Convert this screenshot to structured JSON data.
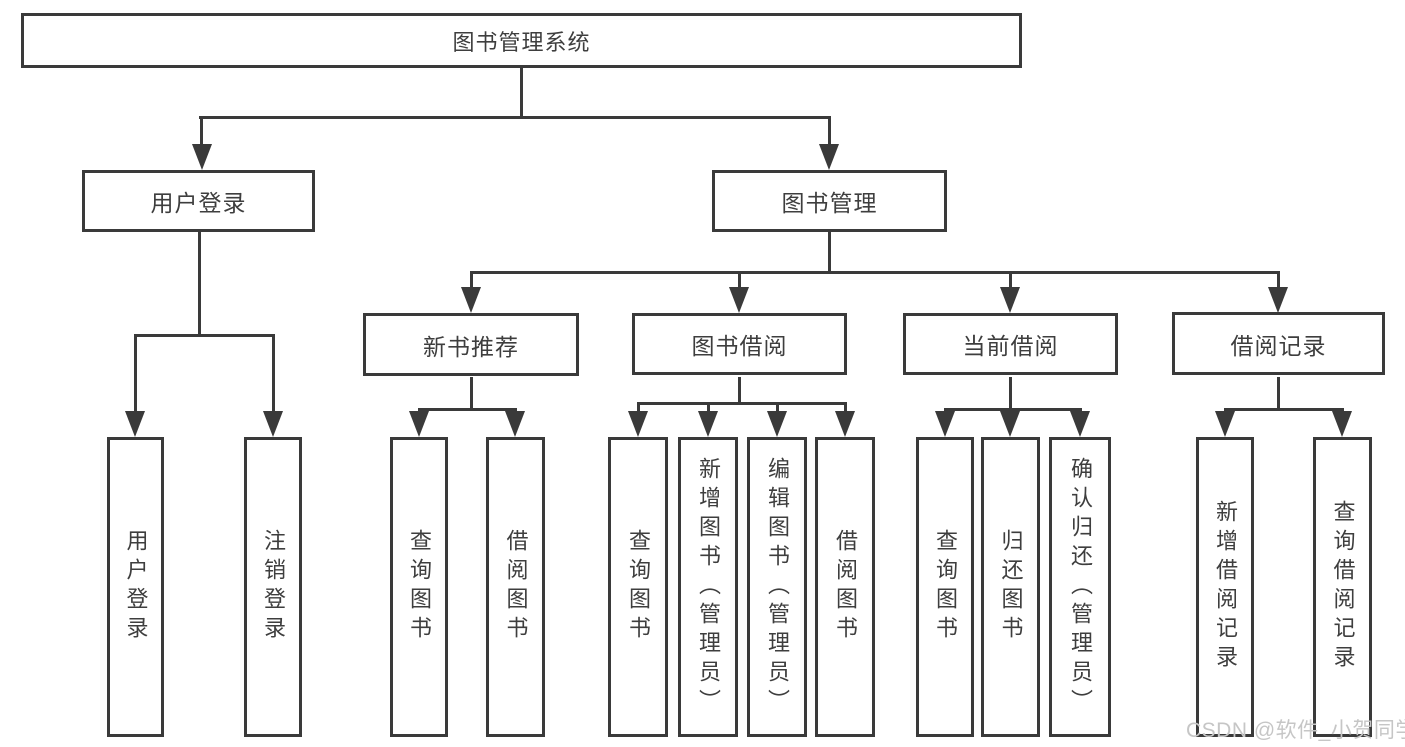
{
  "diagram": {
    "root_label": "图书管理系统",
    "level1": [
      {
        "label": "用户登录",
        "children": [
          {
            "label": "用户登录"
          },
          {
            "label": "注销登录"
          }
        ]
      },
      {
        "label": "图书管理",
        "children": [
          {
            "label": "新书推荐",
            "children": [
              {
                "label": "查询图书"
              },
              {
                "label": "借阅图书"
              }
            ]
          },
          {
            "label": "图书借阅",
            "children": [
              {
                "label": "查询图书"
              },
              {
                "label": "新增图书（管理员）"
              },
              {
                "label": "编辑图书（管理员）"
              },
              {
                "label": "借阅图书"
              }
            ]
          },
          {
            "label": "当前借阅",
            "children": [
              {
                "label": "查询图书"
              },
              {
                "label": "归还图书"
              },
              {
                "label": "确认归还（管理员）"
              }
            ]
          },
          {
            "label": "借阅记录",
            "children": [
              {
                "label": "新增借阅记录"
              },
              {
                "label": "查询借阅记录"
              }
            ]
          }
        ]
      }
    ]
  },
  "watermark": {
    "text": "CSDN @软件_小贺同学",
    "color": "#c6c6c6"
  },
  "colors": {
    "line": "#3a3a3a",
    "text": "#3e3e3e",
    "background": "#ffffff",
    "box_fill": "#ffffff"
  }
}
